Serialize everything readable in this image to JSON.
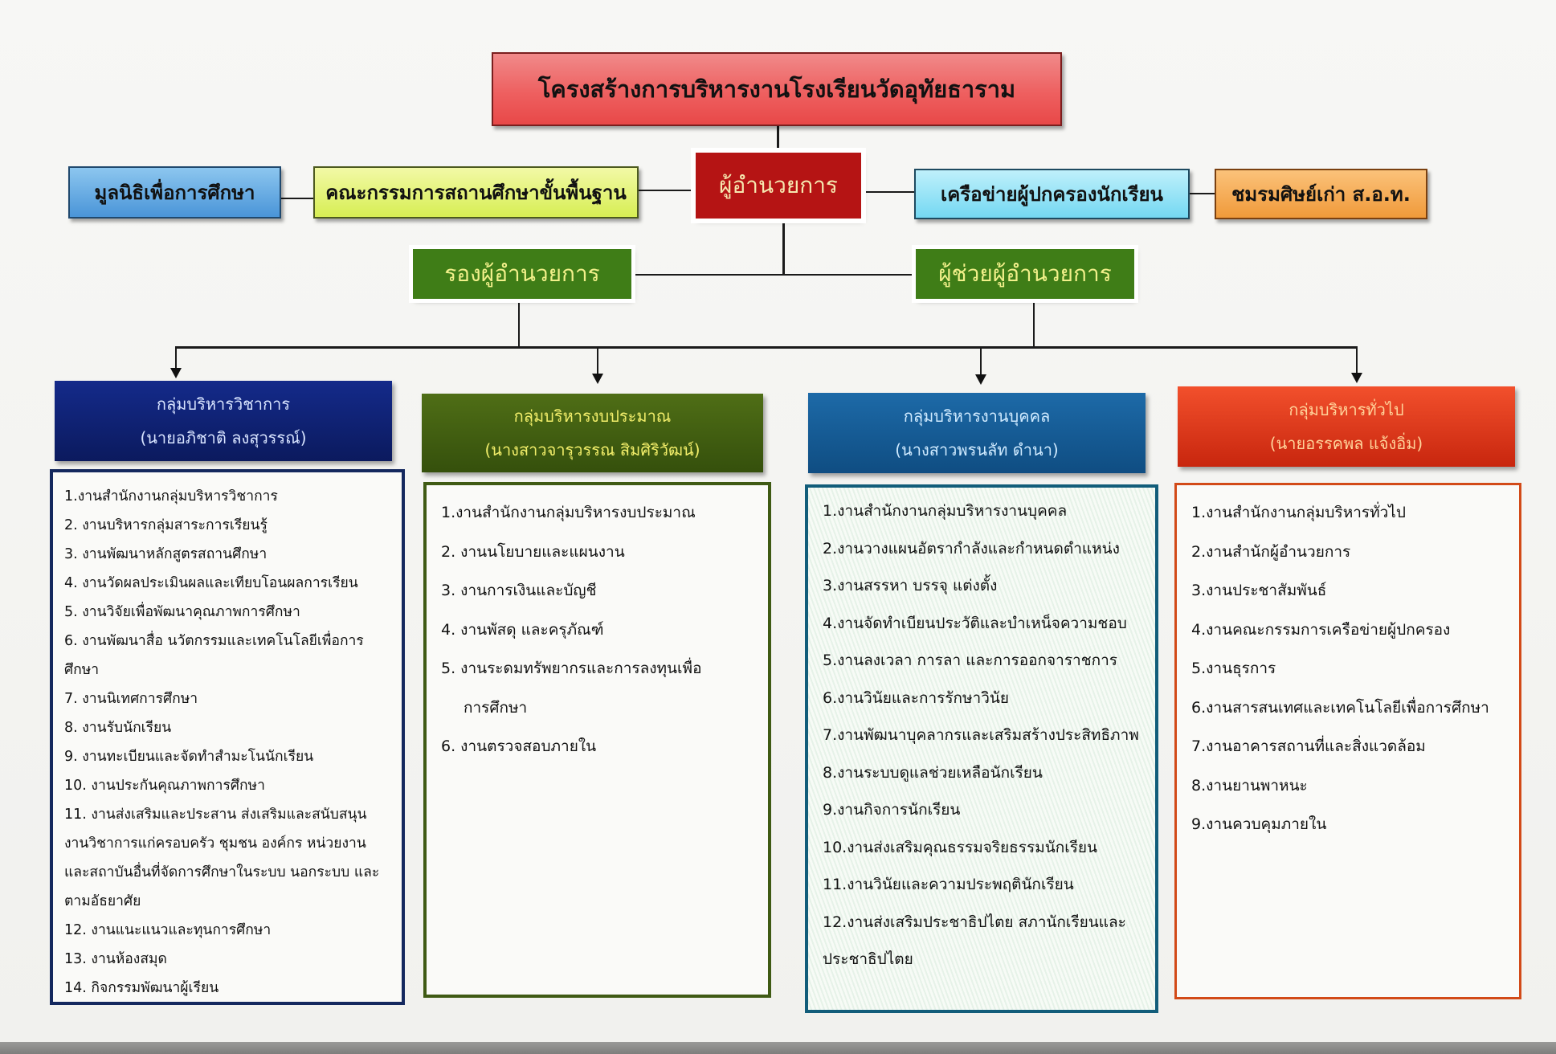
{
  "title": "โครงสร้างการบริหารงานโรงเรียนวัดอุทัยธาราม",
  "director": "ผู้อำนวยการ",
  "side_left": [
    {
      "label": "มูลนิธิเพื่อการศึกษา",
      "color": "#4a95d8"
    },
    {
      "label": "คณะกรรมการสถานศึกษาขั้นพื้นฐาน",
      "color": "#d7ee54"
    }
  ],
  "side_right": [
    {
      "label": "เครือข่ายผู้ปกครองนักเรียน",
      "color": "#74d8f2"
    },
    {
      "label": "ชมรมศิษย์เก่า ส.อ.ท.",
      "color": "#f09a3a"
    }
  ],
  "deputy": "รองผู้อำนวยการ",
  "assistant": "ผู้ช่วยผู้อำนวยการ",
  "groups": [
    {
      "name": "กลุ่มบริหารวิชาการ",
      "head": "(นายอภิชาติ ลงสุวรรณ์)",
      "color": "#0b1a5e",
      "items": [
        "1.งานสำนักงานกลุ่มบริหารวิชาการ",
        "2. งานบริหารกลุ่มสาระการเรียนรู้",
        "3. งานพัฒนาหลักสูตรสถานศึกษา",
        "4. งานวัดผลประเมินผลและเทียบโอนผลการเรียน",
        "5. งานวิจัยเพื่อพัฒนาคุณภาพการศึกษา",
        "6. งานพัฒนาสื่อ นวัตกรรมและเทคโนโลยีเพื่อการศึกษา",
        "7. งานนิเทศการศึกษา",
        "8. งานรับนักเรียน",
        "9. งานทะเบียนและจัดทำสำมะโนนักเรียน",
        "10. งานประกันคุณภาพการศึกษา",
        "11. งานส่งเสริมและประสาน ส่งเสริมและสนับสนุนงานวิชาการแก่ครอบครัว ชุมชน องค์กร หน่วยงานและสถาบันอื่นที่จัดการศึกษาในระบบ นอกระบบ และตามอัธยาศัย",
        "12. งานแนะแนวและทุนการศึกษา",
        "13. งานห้องสมุด",
        "14. กิจกรรมพัฒนาผู้เรียน"
      ]
    },
    {
      "name": "กลุ่มบริหารงบประมาณ",
      "head": "(นางสาวจารุวรรณ สิมศิริวัฒน์)",
      "color": "#35500c",
      "items": [
        "1.งานสำนักงานกลุ่มบริหารงบประมาณ",
        "2. งานนโยบายและแผนงาน",
        "3. งานการเงินและบัญชี",
        "4. งานพัสดุ และครุภัณฑ์",
        "5. งานระดมทรัพยากรและการลงทุนเพื่อ",
        "การศึกษา",
        "6. งานตรวจสอบภายใน"
      ]
    },
    {
      "name": "กลุ่มบริหารงานบุคคล",
      "head": "(นางสาวพรนลัท ดำนา)",
      "color": "#0f4d82",
      "items": [
        "1.งานสำนักงานกลุ่มบริหารงานบุคคล",
        "2.งานวางแผนอัตรากำลังและกำหนดตำแหน่ง",
        "3.งานสรรหา บรรจุ แต่งตั้ง",
        "4.งานจัดทำเบียนประวัติและบำเหน็จความชอบ",
        "5.งานลงเวลา การลา และการออกจาราชการ",
        "6.งานวินัยและการรักษาวินัย",
        "7.งานพัฒนาบุคลากรและเสริมสร้างประสิทธิภาพ",
        "8.งานระบบดูแลช่วยเหลือนักเรียน",
        "9.งานกิจการนักเรียน",
        "10.งานส่งเสริมคุณธรรมจริยธรรมนักเรียน",
        "11.งานวินัยและความประพฤตินักเรียน",
        "12.งานส่งเสริมประชาธิปไตย สภานักเรียนและประชาธิปไตย"
      ]
    },
    {
      "name": "กลุ่มบริหารทั่วไป",
      "head": "(นายอรรคพล แจ้งอิ่ม)",
      "color": "#c8260e",
      "items": [
        "1.งานสำนักงานกลุ่มบริหารทั่วไป",
        "2.งานสำนักผู้อำนวยการ",
        "3.งานประชาสัมพันธ์",
        "4.งานคณะกรรมการเครือข่ายผู้ปกครอง",
        "5.งานธุรการ",
        "6.งานสารสนเทศและเทคโนโลยีเพื่อการศึกษา",
        "7.งานอาคารสถานที่และสิ่งแวดล้อม",
        "8.งานยานพาหนะ",
        "9.งานควบคุมภายใน"
      ]
    }
  ]
}
